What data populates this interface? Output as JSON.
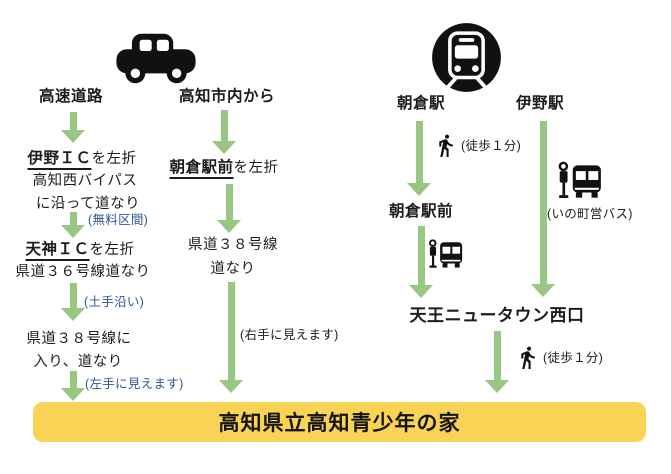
{
  "colors": {
    "arrow_green": "#98c683",
    "banner_yellow": "#f8d355",
    "note_blue": "#2f5597",
    "ink": "#1c1c1c"
  },
  "icons": {
    "car": "car-icon",
    "train": "metro-train-icon",
    "walk": "walking-person-icon",
    "bus_stop": "bus-stop-icon",
    "bus": "bus-icon"
  },
  "banner": {
    "label": "高知県立高知青少年の家"
  },
  "car": {
    "highway": {
      "start": "高速道路",
      "s1_main": "伊野ＩＣ",
      "s1_rest": "を左折",
      "s1_l2": "高知西バイパス",
      "s1_l3": "に沿って道なり",
      "n1": "(無料区間)",
      "s2_main": "天神ＩＣ",
      "s2_rest": "を左折",
      "s2_l2": "県道３６号線道なり",
      "n2": "(土手沿い)",
      "s3_l1": "県道３８号線に",
      "s3_l2": "入り、道なり",
      "n3": "(左手に見えます)"
    },
    "city": {
      "start": "高知市内から",
      "s1_main": "朝倉駅前",
      "s1_rest": "を左折",
      "s2_l1": "県道３８号線",
      "s2_l2": "道なり",
      "n1": "(右手に見えます)"
    }
  },
  "train": {
    "asakura": {
      "start": "朝倉駅",
      "walk1": "(徒歩１分)",
      "stop": "朝倉駅前",
      "dest_stop": "天王ニュータウン西口",
      "walk2": "(徒歩１分)"
    },
    "ino": {
      "start": "伊野駅",
      "bus_note": "(いの町営バス)"
    }
  }
}
